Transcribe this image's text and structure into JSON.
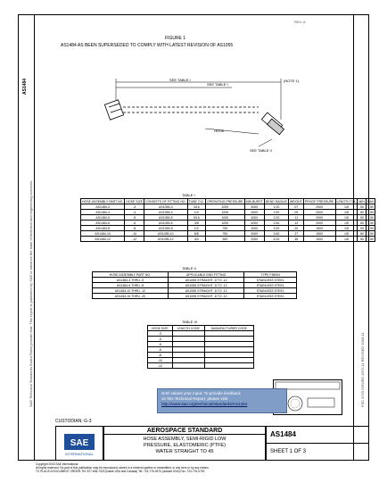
{
  "header": {
    "revision": "REV. A",
    "figure_title": "FIGURE 1",
    "figure_note": "AS1484 AS BEEN SUPERSEDED TO COMPLY WITH LATEST REVISION OF AS1055"
  },
  "drawing": {
    "labels": [
      "SEE TABLE I",
      "SEE TABLE I",
      "HOSE",
      "SEE TABLE II",
      "(NOTE 1)"
    ]
  },
  "table1": {
    "caption": "TABLE I",
    "headers": [
      "HOSE ASSEMBLY PART NO.",
      "HOSE SIZE",
      "CONSISTS OF FITTING NO.",
      "TUBE O.D.",
      "OPERATING PRESSURE",
      "MIN BURST",
      "BEND RADIUS",
      "WEIGHT",
      "PROOF PRESSURE",
      "LENGTH TOL",
      "MIN",
      "MAX"
    ],
    "rows": [
      [
        "AS1484-3",
        "-3",
        "AS1055-3",
        "3/16",
        "1000",
        "4000",
        "1.00",
        ".07",
        "2000",
        "1/8",
        ".50",
        "1.50"
      ],
      [
        "AS1484-4",
        "-4",
        "AS1055-4",
        "1/4",
        "1000",
        "4000",
        "1.50",
        ".09",
        "2000",
        "1/8",
        ".50",
        "1.50"
      ],
      [
        "AS1484-5",
        "-5",
        "AS1055-5",
        "5/16",
        "1000",
        "4000",
        "2.00",
        ".11",
        "2000",
        "1/8",
        ".50",
        "1.50"
      ],
      [
        "AS1484-6",
        "-6",
        "AS1055-6",
        "3/8",
        "1000",
        "4000",
        "2.50",
        ".14",
        "2000",
        "1/8",
        ".50",
        "1.50"
      ],
      [
        "AS1484-8",
        "-8",
        "AS1055-8",
        "1/2",
        "750",
        "3000",
        "3.00",
        ".20",
        "1500",
        "1/8",
        ".50",
        "1.50"
      ],
      [
        "AS1484-10",
        "-10",
        "AS1055-10",
        "5/8",
        "750",
        "3000",
        "3.50",
        ".27",
        "1500",
        "1/8",
        ".50",
        "1.50"
      ],
      [
        "AS1484-12",
        "-12",
        "AS1055-12",
        "3/4",
        "500",
        "2000",
        "4.00",
        ".35",
        "1000",
        "1/8",
        ".50",
        "1.50"
      ]
    ]
  },
  "table2": {
    "caption": "TABLE II",
    "headers": [
      "HOSE ASSEMBLY PART NO.",
      "APPLICABLE END FITTING",
      "TYPE FINISH"
    ],
    "rows": [
      [
        "AS1484-3 THRU -5",
        "AS1055 STRAIGHT -5 TO -12",
        "STAINLESS STEEL"
      ],
      [
        "AS1484-6 THRU -8",
        "AS1055 STRAIGHT -5 TO -12",
        "STAINLESS STEEL"
      ],
      [
        "AS1484-10 THRU -12",
        "AS1055 STRAIGHT -5 TO -12",
        "STAINLESS STEEL"
      ],
      [
        "AS1484-16 THRU -20",
        "AS1055 STRAIGHT -5 TO -12",
        "STAINLESS STEEL"
      ]
    ]
  },
  "table3": {
    "caption": "TABLE III",
    "headers": [
      "HOSE SIZE",
      "LENGTH CODE",
      "MANUFACTURER CODE"
    ],
    "rows": [
      [
        "-3",
        "",
        ""
      ],
      [
        "-4",
        "",
        ""
      ],
      [
        "-5",
        "",
        ""
      ],
      [
        "-6",
        "",
        ""
      ],
      [
        "-8",
        "",
        ""
      ],
      [
        "-10",
        "",
        ""
      ],
      [
        "-12",
        "",
        ""
      ]
    ]
  },
  "feedback": {
    "line1": "SAE values your input. To provide feedback",
    "line2": "on this Technical Report, please visit",
    "link": "http://www.sae.org/technical/standards/AS1484"
  },
  "titleblock": {
    "custodian": "CUSTODIAN: G-3",
    "standard": "AEROSPACE STANDARD",
    "title_line1": "HOSE ASSEMBLY, SEMI-RIGID LOW",
    "title_line2": "PRESSURE, ELASTOMERIC (PTFE)",
    "title_line3": "WATER STRAIGHT TO 45",
    "doc_number": "AS1484",
    "sheet": "SHEET 1 OF 3",
    "logo_text": "SAE",
    "logo_sub": "INTERNATIONAL"
  },
  "left_margin": {
    "doc_id": "AS1484",
    "text": "SAE Technical Standards Board Rules provide that: This report is published by SAE to advance the state of technical and engineering sciences."
  },
  "right_margin": {
    "text": "FSC 4720   ISSUED 1972-11   REVISED 2003-11"
  },
  "footer": {
    "lines": [
      "Copyright 2003 SAE International",
      "All rights reserved. No part of this publication may be reproduced, stored in a retrieval system or transmitted, in any form or by any means.",
      "TO PLACE A DOCUMENT ORDER: Tel: 877-606-7323 (inside USA and Canada)   Tel: 724-776-4970 (outside USA)   Fax: 724-776-0790"
    ]
  }
}
